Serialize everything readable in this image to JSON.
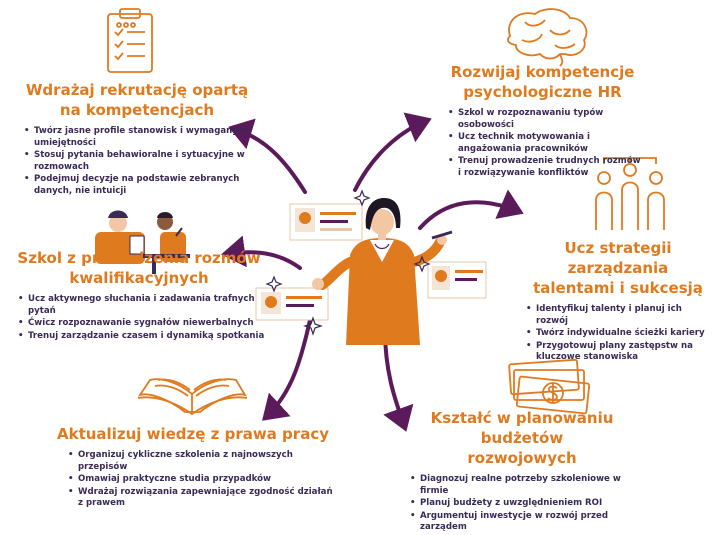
{
  "colors": {
    "accent": "#e07a1f",
    "text": "#3a2a55",
    "arrow": "#5b1a5a"
  },
  "sections": {
    "recruitment": {
      "title_l1": "Wdrażaj rekrutację opartą",
      "title_l2": "na kompetencjach",
      "items": [
        "Twórz jasne profile stanowisk i wymaganych umiejętności",
        "Stosuj pytania behawioralne i sytuacyjne w rozmowach",
        "Podejmuj decyzje na podstawie zebranych danych, nie intuicji"
      ],
      "icon": "clipboard-checklist-icon"
    },
    "psychology": {
      "title_l1": "Rozwijaj kompetencje",
      "title_l2": "psychologiczne HR",
      "items": [
        "Szkol w rozpoznawaniu typów osobowości",
        "Ucz technik motywowania i angażowania pracowników",
        "Trenuj prowadzenie trudnych rozmów i rozwiązywanie konfliktów"
      ],
      "icon": "brain-icon"
    },
    "interviews": {
      "title_l1": "Szkol z prowadzenia rozmów",
      "title_l2": "kwalifikacyjnych",
      "items": [
        "Ucz aktywnego słuchania i zadawania trafnych pytań",
        "Ćwicz rozpoznawanie sygnałów niewerbalnych",
        "Trenuj zarządzanie czasem i dynamiką spotkania"
      ],
      "icon": "interview-people-icon"
    },
    "talent": {
      "title_l1": "Ucz strategii zarządzania",
      "title_l2": "talentami i sukcesją",
      "items": [
        "Identyfikuj talenty i planuj ich rozwój",
        "Twórz indywidualne ścieżki kariery",
        "Przygotowuj plany zastępstw na kluczowe stanowiska"
      ],
      "icon": "team-hierarchy-icon"
    },
    "law": {
      "title_l1": "Aktualizuj wiedzę z prawa pracy",
      "items": [
        "Organizuj cykliczne szkolenia z najnowszych przepisów",
        "Omawiaj praktyczne studia przypadków",
        "Wdrażaj rozwiązania zapewniające zgodność działań z prawem"
      ],
      "icon": "open-book-icon"
    },
    "budget": {
      "title_l1": "Kształć w planowaniu budżetów",
      "title_l2": "rozwojowych",
      "items": [
        "Diagnozuj realne potrzeby szkoleniowe w firmie",
        "Planuj budżety z uwzględnieniem ROI",
        "Argumentuj inwestycje w rozwój przed zarządem"
      ],
      "icon": "money-stack-icon"
    }
  },
  "center": {
    "figure": "presenter-woman-illustration"
  }
}
